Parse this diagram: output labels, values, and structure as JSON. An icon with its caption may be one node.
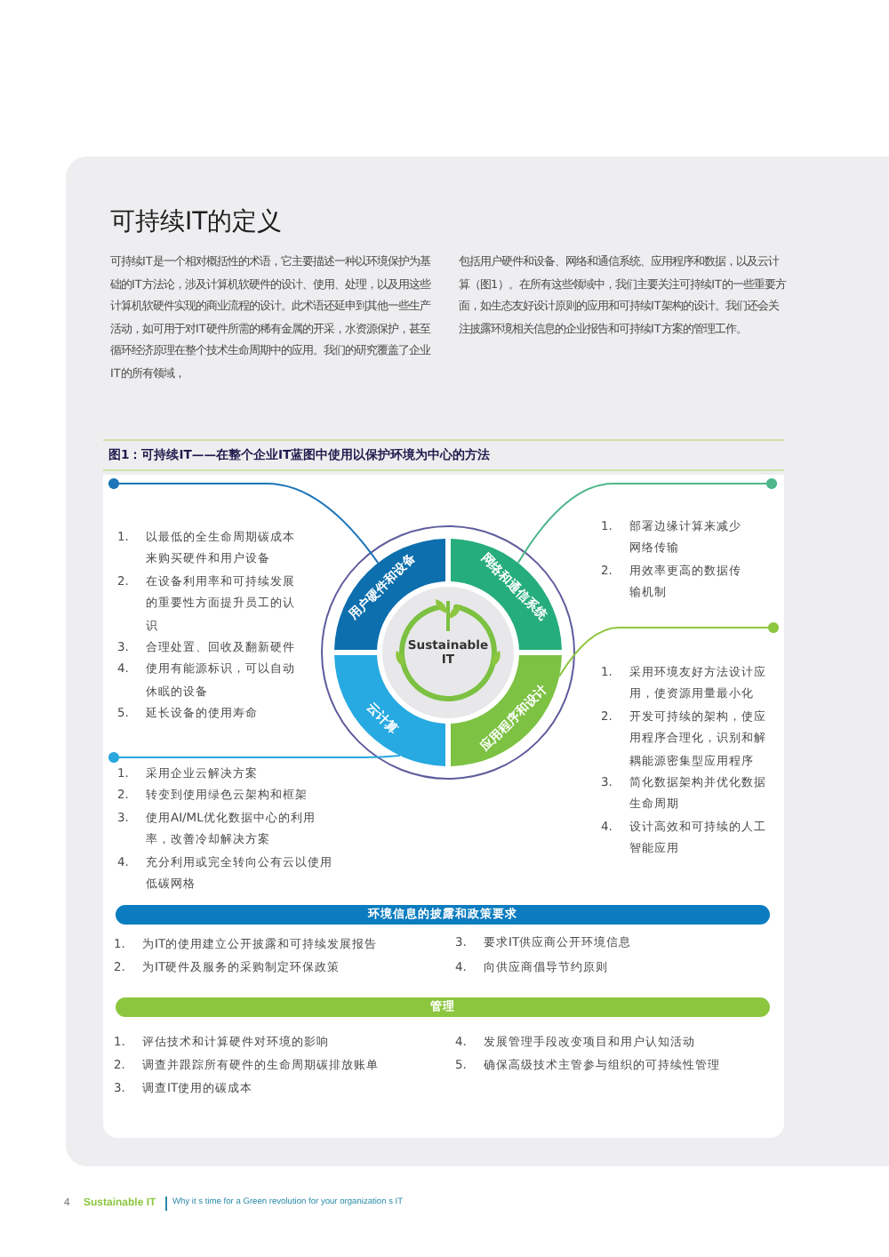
{
  "diagram": {
    "title": "可持续IT的定义",
    "caption": "图1：可持续IT——在整个企业IT蓝图中使用以保护环境为中心的方法",
    "nodes": [
      {
        "text": [
          "Sustainable IT"
        ]
      },
      {
        "text": [
          "用户硬件和设备"
        ]
      },
      {
        "text": [
          "网络和通信系统"
        ]
      },
      {
        "text": [
          "云计算"
        ]
      },
      {
        "text": [
          "应用程序和设计"
        ]
      },
      {
        "text": [
          "1. 以最低的全生命周期碳成本来购买硬件和用户设备",
          "2. 在设备利用率和可持续发展的重要性方面提升员工的认识",
          "3. 合理处置、回收及翻新硬件",
          "4. 使用有能源标识，可以自动休眠的设备",
          "5. 延长设备的使用寿命"
        ]
      },
      {
        "text": [
          "1. 部署边缘计算来减少网络传输",
          "2. 用效率更高的数据传输机制"
        ]
      },
      {
        "text": [
          "1. 采用环境友好方法设计应用，使资源用量最小化",
          "2. 开发可持续的架构，使应用程序合理化，识别和解耦能源密集型应用程序",
          "3. 简化数据架构并优化数据生命周期",
          "4. 设计高效和可持续的人工智能应用"
        ]
      },
      {
        "text": [
          "1. 采用企业云解决方案",
          "2. 转变到使用绿色云架构和框架",
          "3. 使用AI/ML优化数据中心的利用率，改善冷却解决方案",
          "4. 充分利用或完全转向公有云以使用低碳网格"
        ]
      },
      {
        "text": [
          "环境信息的披露和政策要求"
        ]
      },
      {
        "text": [
          "管理"
        ]
      }
    ],
    "edges": [
      {
        "from": 5,
        "to": 1,
        "arrow": "other",
        "color": "#1b75b8"
      },
      {
        "from": 6,
        "to": 2,
        "arrow": "other",
        "color": "#4db68a"
      },
      {
        "from": 7,
        "to": 4,
        "arrow": "other",
        "color": "#8dc63f"
      },
      {
        "from": 8,
        "to": 3,
        "arrow": "other",
        "color": "#2aa7df"
      }
    ],
    "labels": [
      "可持续IT是一个相对概括性的术语，它主要描述一种以环境保护为基础的IT方法论，涉及计算机软硬件的设计、使用、处理，以及用这些计算机软硬件实现的商业流程的设计。此术语还延申到其他一些生产活动，如可用于对IT硬件所需的稀有金属的开采，水资源保护，甚至循环经济原理在整个技术生命周期中的应用。我们的研究覆盖了企业IT的所有领域，",
      "包括用户硬件和设备、网络和通信系统、应用程序和数据，以及云计算（图1）。在所有这些领域中，我们主要关注可持续IT的一些重要方面，如生态友好设计原则的应用和可持续IT架构的设计。我们还会关注披露环境相关信息的企业报告和可持续IT方案的管理工作。",
      "1. 为IT的使用建立公开披露和可持续发展报告",
      "2. 为IT硬件及服务的采购制定环保政策",
      "3. 要求IT供应商公开环境信息",
      "4. 向供应商倡导节约原则",
      "1. 评估技术和计算硬件对环境的影响",
      "2. 调查并跟踪所有硬件的生命周期碳排放账单",
      "3. 调查IT使用的碳成本",
      "4. 发展管理手段改变项目和用户认知活动",
      "5. 确保高级技术主管参与组织的可持续性管理",
      "4",
      "Sustainable IT",
      "Why it s time for a Green revolution for your organization s IT"
    ]
  }
}
